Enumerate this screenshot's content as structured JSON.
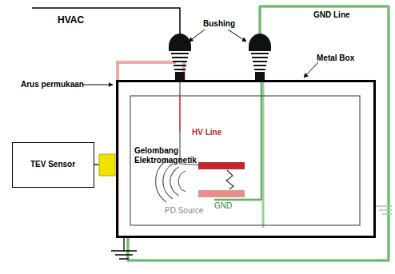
{
  "diagram": {
    "nodes": [
      {
        "text": [
          "Metal Box"
        ]
      },
      {
        "text": [
          "TEV Sensor"
        ]
      }
    ],
    "labels": [
      "HVAC",
      "Bushing",
      "GND Line",
      "Arus permukaan",
      "HV Line",
      "Gelombang Elektromagnetik",
      "PD Source",
      "GND"
    ]
  }
}
